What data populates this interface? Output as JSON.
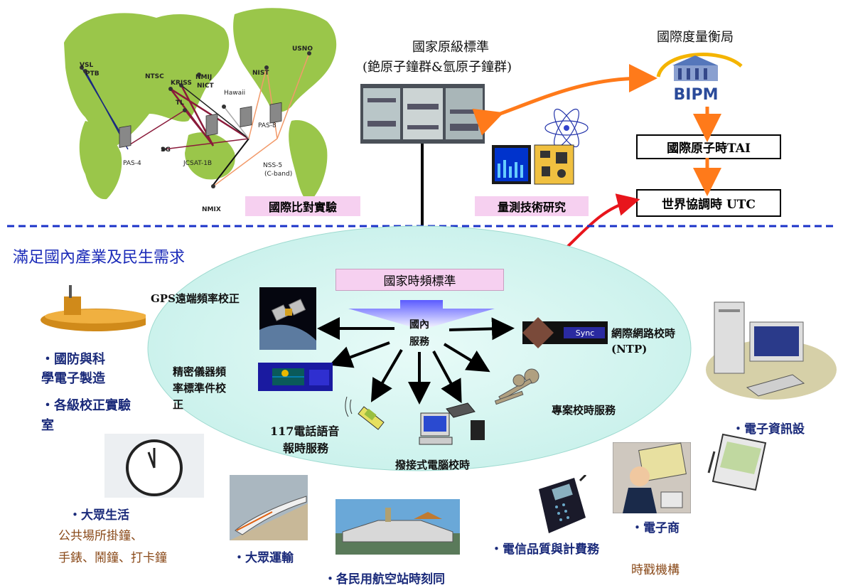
{
  "top": {
    "national_standard_title": "國家原級標準",
    "national_standard_sub": "(銫原子鐘群&氫原子鐘群)",
    "bipm_title": "國際度量衡局",
    "bipm_logo": "BIPM",
    "tai_label": "國際原子時TAI",
    "utc_label": "世界協調時 UTC",
    "intl_comparison": "國際比對實驗",
    "measurement_research": "量測技術研究"
  },
  "map": {
    "cities": [
      "VSL",
      "PTB",
      "NTSC",
      "KRISS",
      "NMIJ",
      "NICT",
      "NIST",
      "USNO",
      "Hawaii",
      "TL",
      "SG",
      "NMIX"
    ],
    "satellites": [
      "PAS-4",
      "JCSAT-1B",
      "PAS-8",
      "NSS-5",
      "(C-band)"
    ]
  },
  "domestic": {
    "heading": "滿足國內產業及民生需求",
    "national_time_freq": "國家時頻標準",
    "service_center_line1": "國內",
    "service_center_line2": "服務",
    "gps": "GPS遠端頻率校正",
    "ntp_line1": "網際網路校時",
    "ntp_line2": "(NTP)",
    "precision_line1": "精密儀器頻",
    "precision_line2": "率標準件校",
    "precision_line3": "正",
    "phone_line1": "117電話語音",
    "phone_line2": "報時服務",
    "dialup": "撥接式電腦校時",
    "project": "專案校時服務"
  },
  "users": {
    "defense_line1": "・國防與科",
    "defense_line2": "學電子製造",
    "defense_line3": "・各級校正實驗",
    "defense_line4": "室",
    "public_life": "・大眾生活",
    "public_clocks_line1": "公共場所掛鐘、",
    "public_clocks_line2": "手錶、鬧鐘、打卡鐘",
    "transport": "・大眾運輸",
    "aviation": "・各民用航空站時刻同",
    "telecom": "・電信品質與計費務",
    "ecommerce": "・電子商",
    "timestamp": "時戳機構",
    "info_devices": "・電子資訊設",
    "ntp_sync_text": "Sync"
  },
  "colors": {
    "continent": "#9ac64a",
    "ellipse": "#d4f7f2",
    "orange_arrow": "#ff7a1a",
    "red_arrow": "#e8151c",
    "pink_label": "#f6d0f0",
    "divider": "#1a32c8",
    "heading": "#1a2ab8"
  }
}
